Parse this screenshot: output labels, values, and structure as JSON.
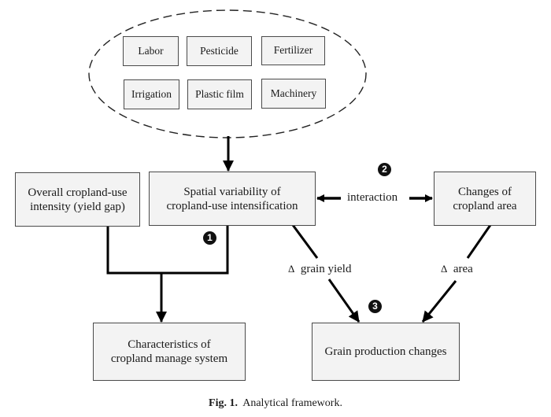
{
  "inputs_group": {
    "items": [
      "Labor",
      "Pesticide",
      "Fertilizer",
      "Irrigation",
      "Plastic film",
      "Machinery"
    ]
  },
  "nodes": {
    "overall": {
      "line1": "Overall cropland-use",
      "line2": "intensity (yield gap)"
    },
    "spatial": {
      "line1": "Spatial variability of",
      "line2": "cropland-use intensification"
    },
    "changes_area": {
      "line1": "Changes of",
      "line2": "cropland area"
    },
    "characteristics": {
      "line1": "Characteristics of",
      "line2": "cropland manage system"
    },
    "grain_production": {
      "line1": "Grain production changes"
    }
  },
  "edge_labels": {
    "interaction": "interaction",
    "delta_symbol": "Δ",
    "grain_yield": "grain yield",
    "area": "area"
  },
  "badges": {
    "one": "1",
    "two": "2",
    "three": "3"
  },
  "caption": {
    "prefix": "Fig. 1.",
    "text": "Analytical framework."
  }
}
